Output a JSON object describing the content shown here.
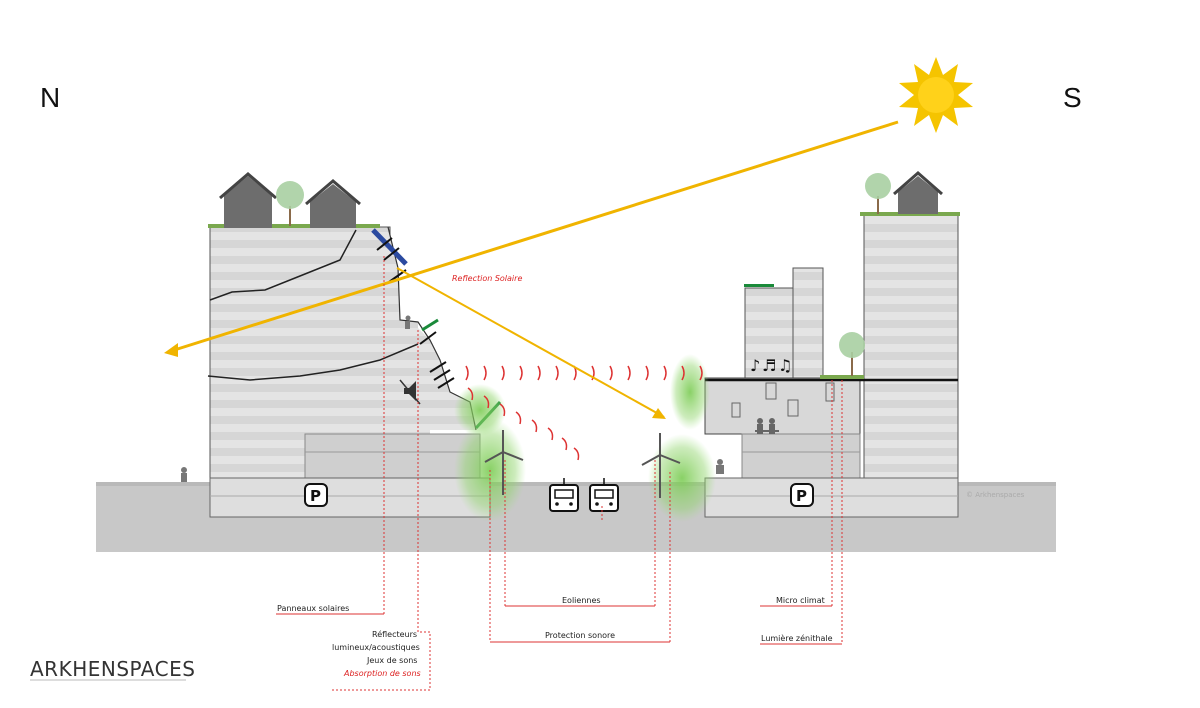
{
  "compass": {
    "north": "N",
    "south": "S"
  },
  "annotations": {
    "reflection": "Reflection Solaire",
    "copyright": "© Arkhenspaces"
  },
  "parking": {
    "left": "P",
    "right": "P"
  },
  "callouts": {
    "panneaux": "Panneaux solaires",
    "reflecteurs_1": "Réflecteurs",
    "reflecteurs_2": "lumineux/acoustiques",
    "jeux": "Jeux de sons",
    "absorption": "Absorption de sons",
    "eoliennes": "Eoliennes",
    "protection": "Protection sonore",
    "micro": "Micro climat",
    "lumiere": "Lumière zénithale"
  },
  "brand": "ARKHENSPACES",
  "colors": {
    "sun": "#f5c400",
    "ray": "#f0b400",
    "leader": "#d33",
    "building": "#d9d9d9",
    "ground": "#c8c8c8",
    "greenery": "#6bbf4a"
  },
  "icons": [
    "sun-icon",
    "house-icon",
    "tree-icon",
    "solar-panel-icon",
    "speaker-muted-icon",
    "wind-turbine-icon",
    "tram-icon",
    "music-notes-icon",
    "person-icon",
    "parking-icon"
  ]
}
